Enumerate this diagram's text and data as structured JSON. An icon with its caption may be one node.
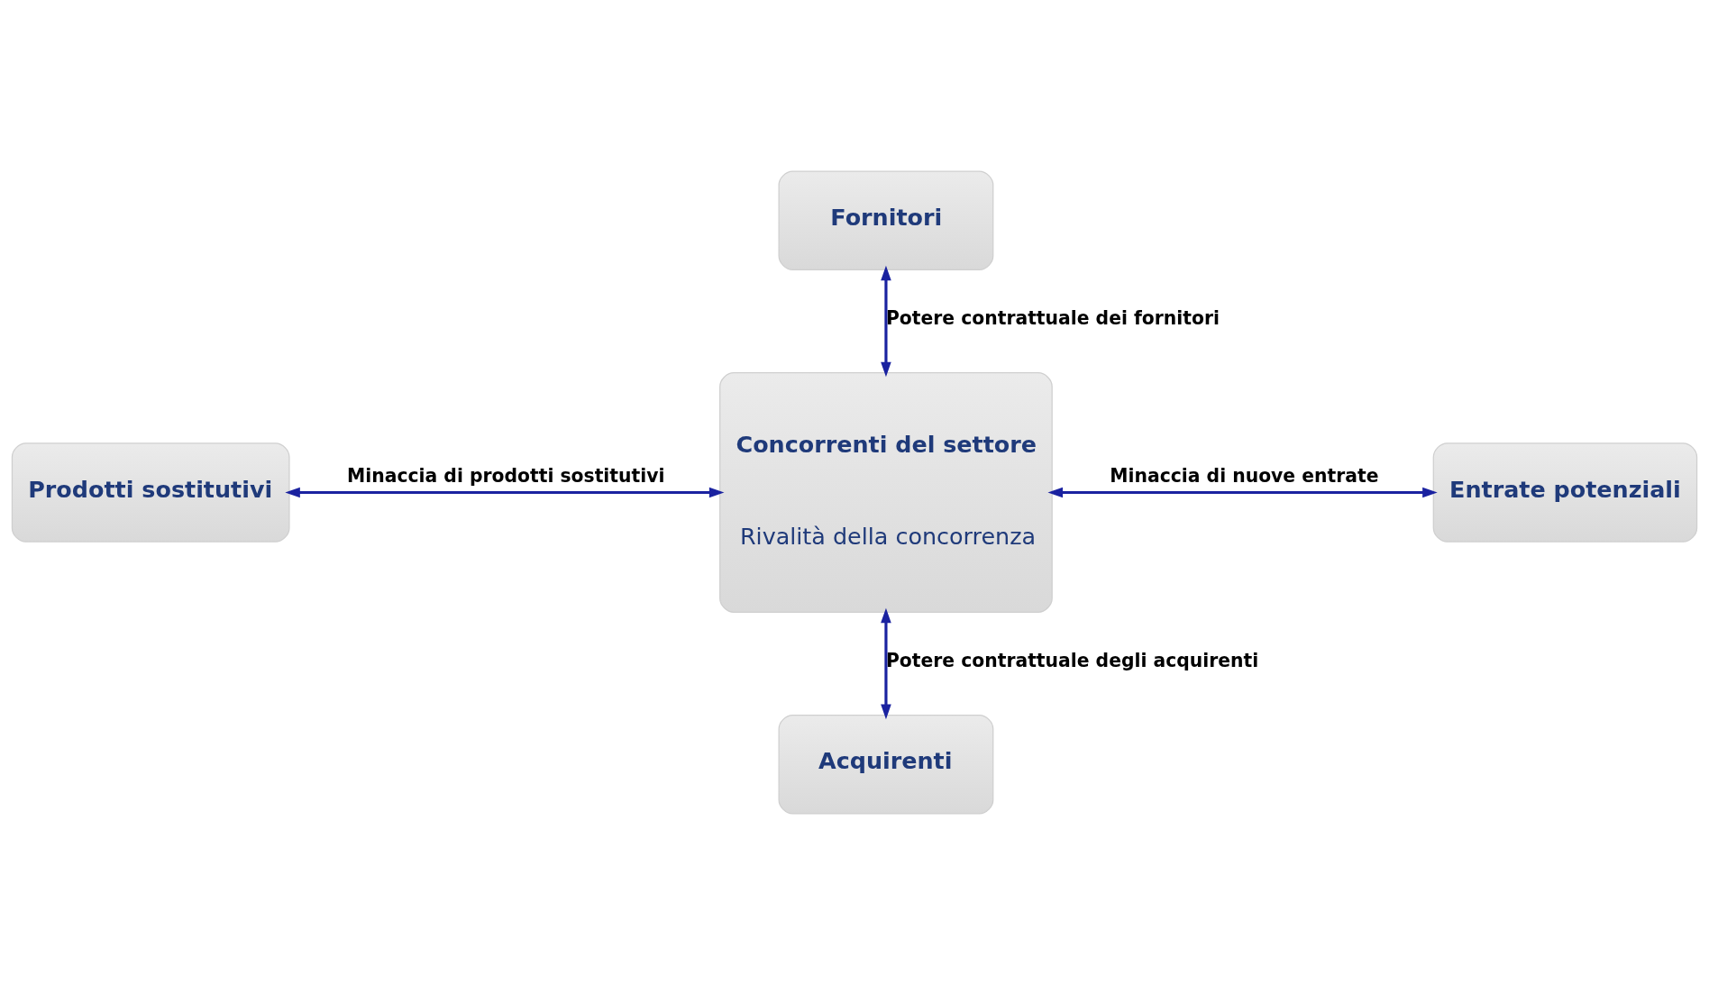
{
  "diagram": {
    "nodes": [
      {
        "text": [
          "Fornitori"
        ]
      },
      {
        "text": [
          "Prodotti sostitutivi"
        ]
      },
      {
        "text": [
          "Concorrenti del settore",
          "Rivalità della concorrenza"
        ]
      },
      {
        "text": [
          "Entrate potenziali"
        ]
      },
      {
        "text": [
          "Acquirenti"
        ]
      }
    ],
    "edges": [
      {
        "from": 0,
        "to": 2,
        "arrow": "both",
        "label": "Potere contrattuale dei fornitori"
      },
      {
        "from": 1,
        "to": 2,
        "arrow": "both",
        "label": "Minaccia di prodotti sostitutivi"
      },
      {
        "from": 2,
        "to": 3,
        "arrow": "both",
        "label": "Minaccia di nuove entrate"
      },
      {
        "from": 2,
        "to": 4,
        "arrow": "both",
        "label": "Potere contrattuale degli acquirenti"
      }
    ]
  }
}
